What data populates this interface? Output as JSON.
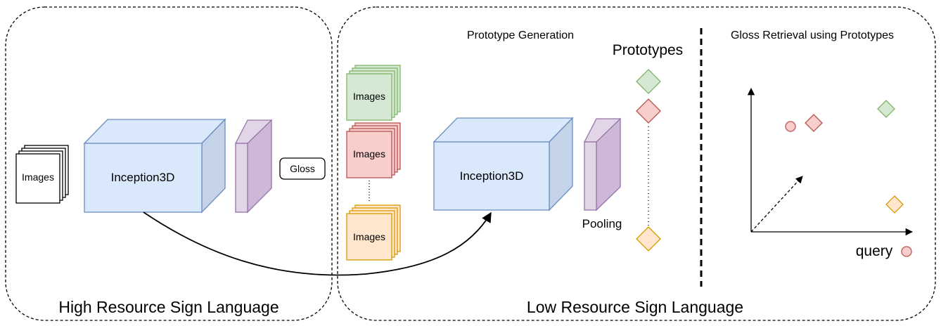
{
  "left_panel": {
    "title": "High Resource Sign Language",
    "images_label": "Images",
    "model_label": "Inception3D",
    "gloss_label": "Gloss"
  },
  "right_panel": {
    "title": "Low Resource Sign Language",
    "generation_title": "Prototype Generation",
    "retrieval_title": "Gloss Retrieval using Prototypes",
    "image_stacks": [
      {
        "label": "Images",
        "color": "green"
      },
      {
        "label": "Images",
        "color": "red"
      },
      {
        "label": "Images",
        "color": "orange"
      }
    ],
    "model_label": "Inception3D",
    "pooling_label": "Pooling",
    "prototypes_label": "Prototypes",
    "query_label": "query"
  },
  "colors": {
    "green_fill": "#d5e8d4",
    "green_stroke": "#82b366",
    "red_fill": "#f8cecc",
    "red_stroke": "#b85450",
    "orange_fill": "#ffe6cc",
    "orange_stroke": "#d79b00",
    "blue_fill": "#dae8fc",
    "blue_stroke": "#6c8ebf",
    "purple_fill": "#e1d5e7",
    "purple_stroke": "#9673a6"
  }
}
